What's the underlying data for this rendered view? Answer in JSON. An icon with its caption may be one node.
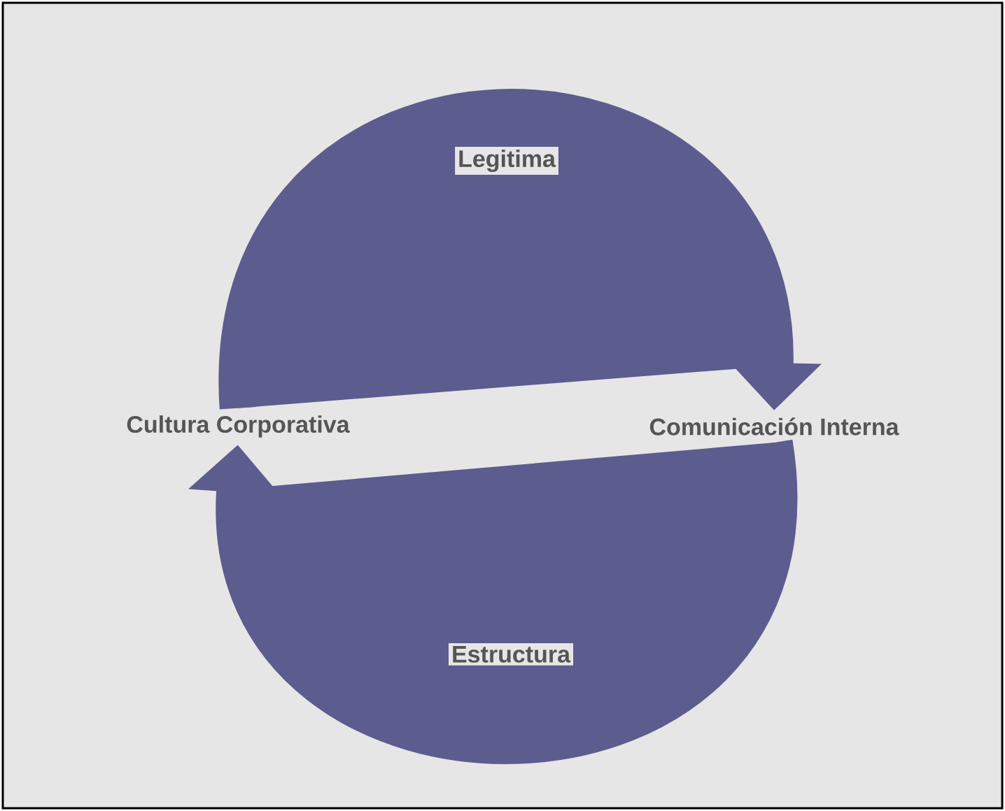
{
  "diagram": {
    "nodes": [
      {
        "text": [
          "Cultura Corporativa"
        ]
      },
      {
        "text": [
          "Comunicación Interna"
        ]
      }
    ],
    "edges": [
      {
        "from": 0,
        "to": 1,
        "arrow": "to",
        "label": "Legitima"
      },
      {
        "from": 1,
        "to": 0,
        "arrow": "to",
        "label": "Estructura"
      }
    ]
  }
}
